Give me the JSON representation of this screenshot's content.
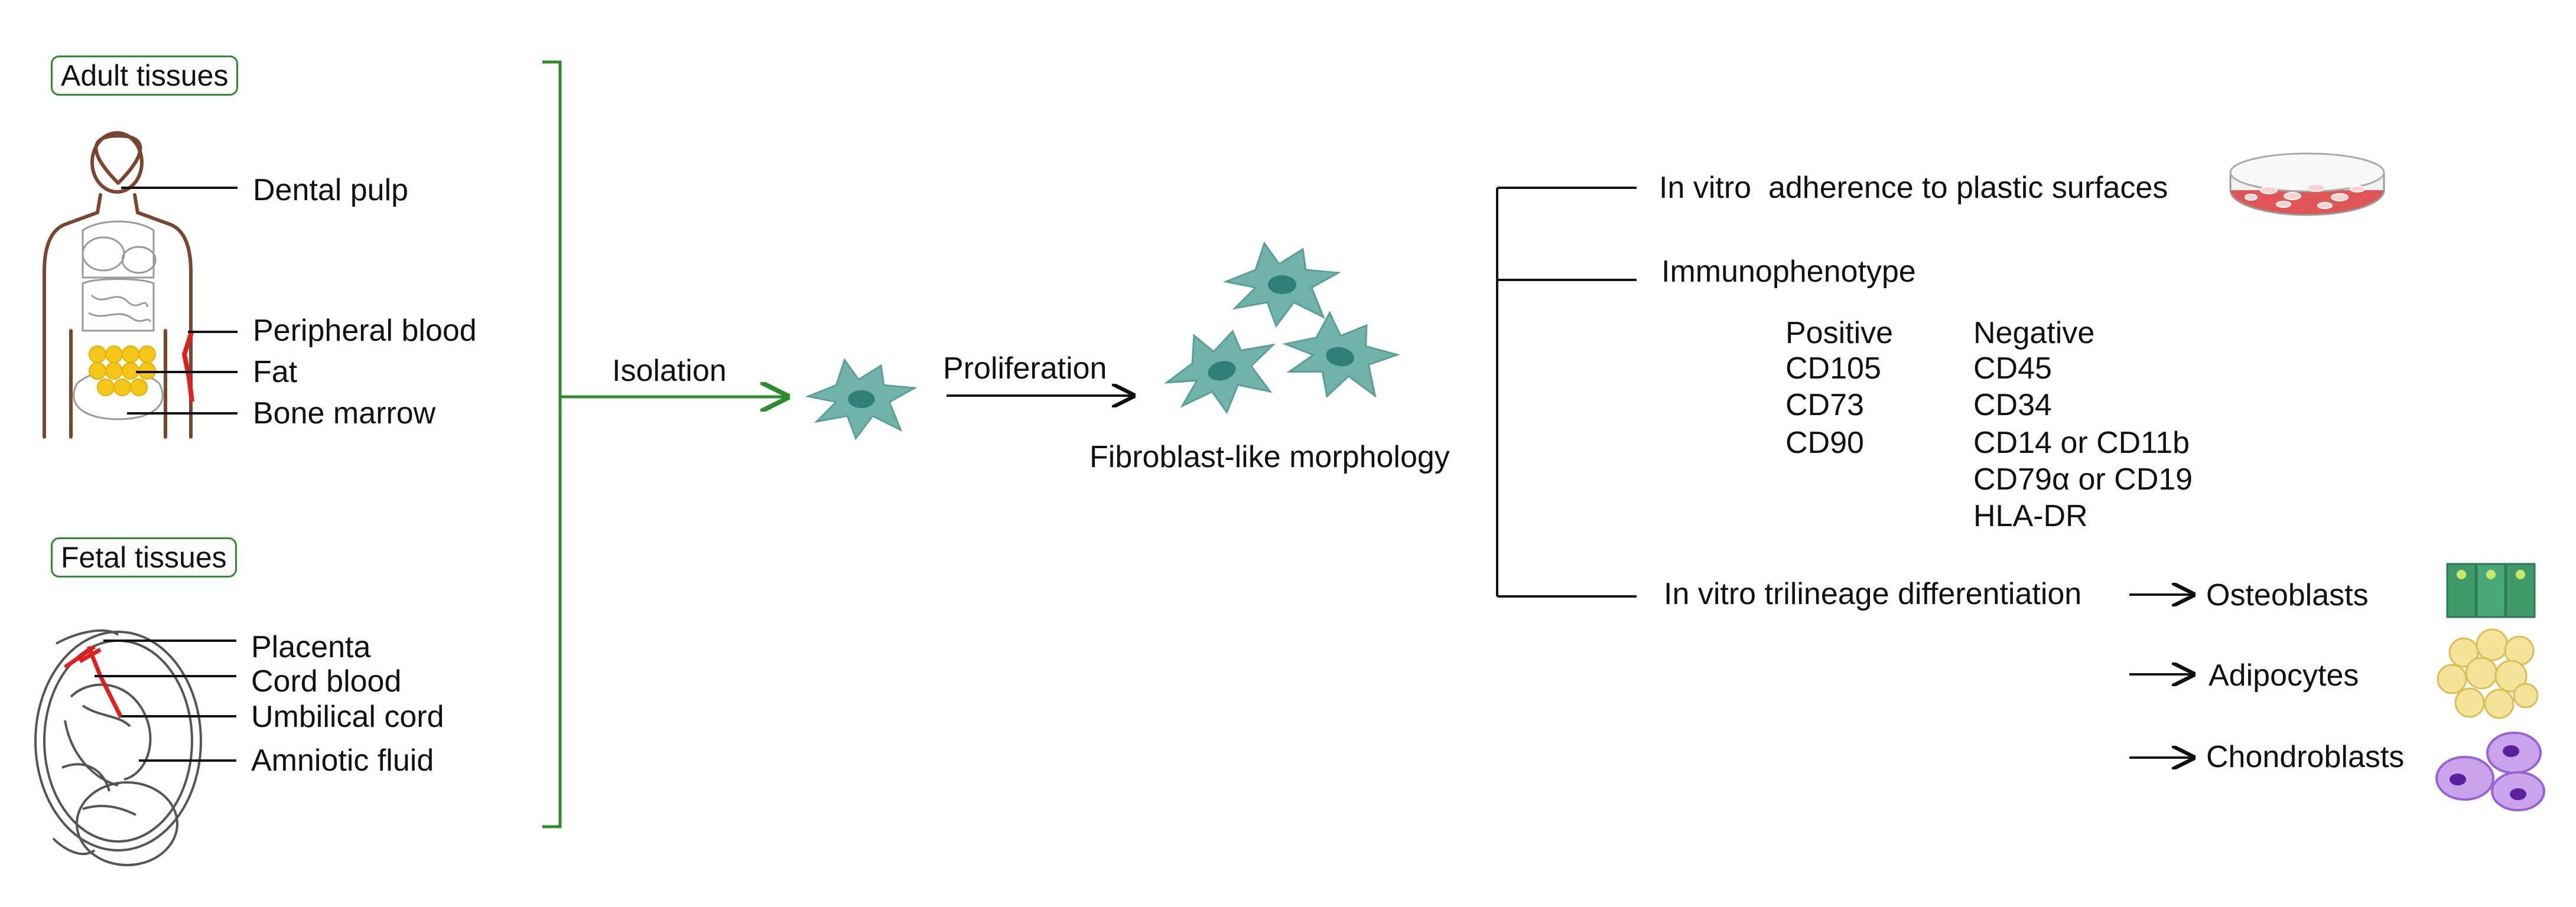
{
  "adult": {
    "header": "Adult tissues",
    "sources": [
      "Dental pulp",
      "Peripheral blood",
      "Fat",
      "Bone marrow"
    ]
  },
  "fetal": {
    "header": "Fetal tissues",
    "sources": [
      "Placenta",
      "Cord blood",
      "Umbilical cord",
      "Amniotic fluid"
    ]
  },
  "steps": {
    "isolation": "Isolation",
    "proliferation": "Proliferation",
    "morphology": "Fibroblast-like morphology"
  },
  "criteria": {
    "adherence": "In vitro  adherence to plastic surfaces",
    "immunophenotype": "Immunophenotype",
    "positive": {
      "header": "Positive",
      "markers": [
        "CD105",
        "CD73",
        "CD90"
      ]
    },
    "negative": {
      "header": "Negative",
      "markers": [
        "CD45",
        "CD34",
        "CD14 or CD11b",
        "CD79α or CD19",
        "HLA-DR"
      ]
    },
    "differentiation": "In vitro trilineage differentiation",
    "lineages": [
      "Osteoblasts",
      "Adipocytes",
      "Chondroblasts"
    ]
  },
  "colors": {
    "green": "#2e8b2e",
    "cell": "#6fb3aa",
    "cell_nucleus": "#2f7f78",
    "red": "#e0201c",
    "body_outline": "#7a4630",
    "fat": "#f5c518",
    "dish": "#e05555",
    "osteo": "#3f9a6a",
    "adipo": "#f3e49a",
    "chondro": "#9a62d0"
  }
}
